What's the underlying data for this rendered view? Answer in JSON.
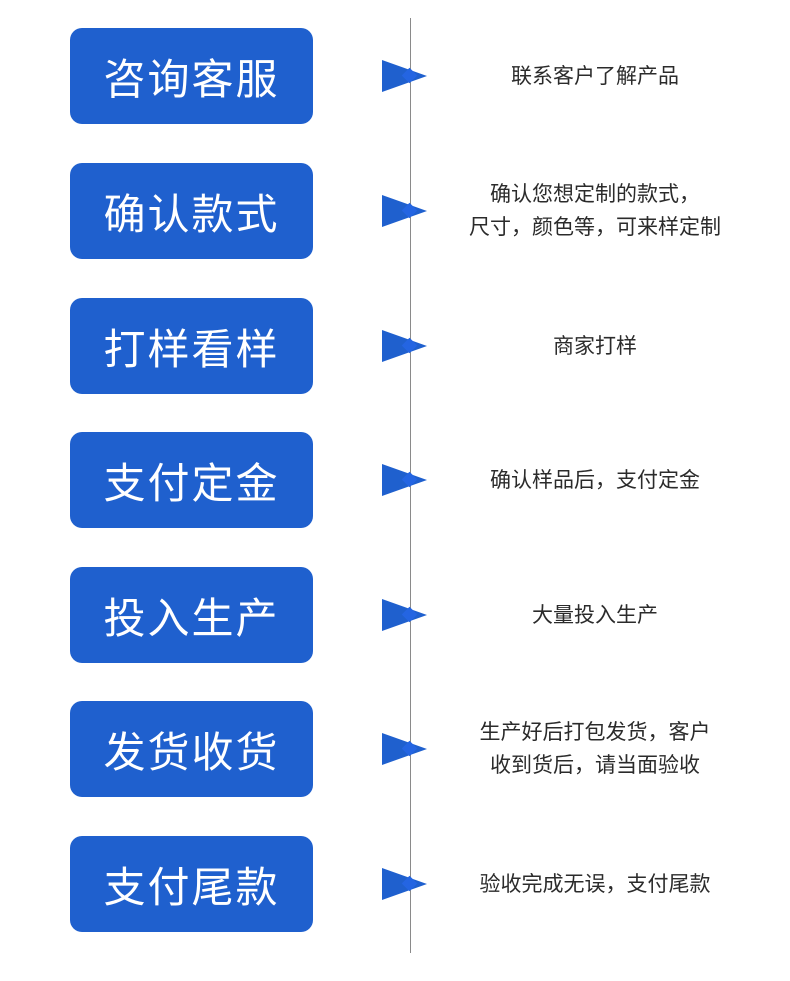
{
  "colors": {
    "box_blue": "#1f60ce",
    "diamond_blue": "#2465e2",
    "line_gray": "#8a8a8a",
    "desc_text": "#2b2b2b",
    "box_text": "#ffffff"
  },
  "steps": [
    {
      "label": "咨询客服",
      "description": "联系客户了解产品"
    },
    {
      "label": "确认款式",
      "description": "确认您想定制的款式，\n尺寸，颜色等，可来样定制"
    },
    {
      "label": "打样看样",
      "description": "商家打样"
    },
    {
      "label": "支付定金",
      "description": "确认样品后，支付定金"
    },
    {
      "label": "投入生产",
      "description": "大量投入生产"
    },
    {
      "label": "发货收货",
      "description": "生产好后打包发货，客户\n收到货后，请当面验收"
    },
    {
      "label": "支付尾款",
      "description": "验收完成无误，支付尾款"
    }
  ]
}
